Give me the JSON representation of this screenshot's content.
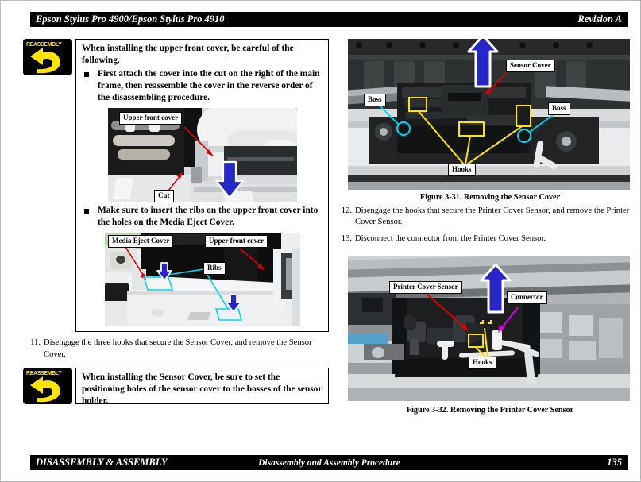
{
  "header": {
    "title": "Epson Stylus Pro 4900/Epson Stylus Pro 4910",
    "revision": "Revision A"
  },
  "footer": {
    "left": "DISASSEMBLY & ASSEMBLY",
    "center": "Disassembly and Assembly Procedure",
    "page": "135"
  },
  "icons": {
    "reassembly_label": "REASSEMBLY"
  },
  "left_column": {
    "note_upper_front_cover": {
      "icon_label": "REASSEMBLY",
      "lead": "When installing the upper front cover, be careful of the following.",
      "bullets": [
        "First attach the cover into the cut on the right of the main frame, then reassemble the cover in the reverse order of the disassembling procedure.",
        "Make sure to insert the ribs on the upper front cover into the holes on the Media Eject Cover."
      ]
    },
    "figure_upper_front_cover": {
      "callouts": [
        {
          "label": "Upper front cover"
        },
        {
          "label": "Cut"
        }
      ]
    },
    "figure_media_eject_cover": {
      "callouts": [
        {
          "label": "Media Eject Cover"
        },
        {
          "label": "Upper front cover"
        },
        {
          "label": "Ribs"
        }
      ]
    },
    "step_11": {
      "number": "11.",
      "text": "Disengage the three hooks that secure the Sensor Cover, and remove the Sensor Cover."
    },
    "note_sensor_cover": {
      "icon_label": "REASSEMBLY",
      "lead": "When installing the Sensor Cover, be sure to set the positioning holes of the sensor cover to the bosses of the sensor holder."
    }
  },
  "right_column": {
    "figure_3_31": {
      "caption": "Figure 3-31.  Removing the Sensor Cover",
      "callouts": [
        {
          "label": "Sensor Cover",
          "color": "#e00000"
        },
        {
          "label": "Boss",
          "color": "#00b8e0"
        },
        {
          "label": "Boss",
          "color": "#00b8e0"
        },
        {
          "label": "Hooks",
          "color": "#ffe400"
        }
      ]
    },
    "step_12": {
      "number": "12.",
      "text": "Disengage the hooks that secure the Printer Cover Sensor, and remove the Printer Cover Sensor."
    },
    "step_13": {
      "number": "13.",
      "text": "Disconnect the connector from the Printer Cover Sensor."
    },
    "figure_3_32": {
      "caption": "Figure 3-32.  Removing the Printer Cover Sensor",
      "callouts": [
        {
          "label": "Printer Cover Sensor",
          "color": "#e00000"
        },
        {
          "label": "Connector",
          "color": "#e000e0"
        },
        {
          "label": "Hooks",
          "color": "#ffe400"
        }
      ]
    }
  },
  "colors": {
    "red_arrow": "#e00000",
    "blue_arrow": "#2222cc",
    "cyan_arrow": "#00d8f0",
    "yellow_marker": "#ffe400",
    "magenta_arrow": "#e000e0",
    "bar_background": "#000000"
  }
}
